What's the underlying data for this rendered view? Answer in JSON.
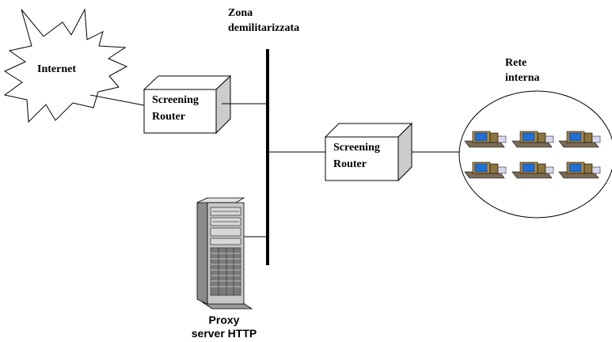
{
  "labels": {
    "zona_line1": "Zona",
    "zona_line2": "demilitarizzata",
    "internet": "Internet",
    "router1_line1": "Screening",
    "router1_line2": "Router",
    "router2_line1": "Screening",
    "router2_line2": "Router",
    "rete_line1": "Rete",
    "rete_line2": "interna",
    "proxy_line1": "Proxy",
    "proxy_line2": "server HTTP"
  },
  "internal_network": {
    "workstation_count": 6
  },
  "colors": {
    "line": "#000000",
    "box_fill": "#ffffff",
    "box_side": "#cccccc",
    "screen": "#1f6fd6",
    "monitor_body": "#b58a3a",
    "server_body": "#c8c8c8",
    "server_dark": "#404040"
  }
}
